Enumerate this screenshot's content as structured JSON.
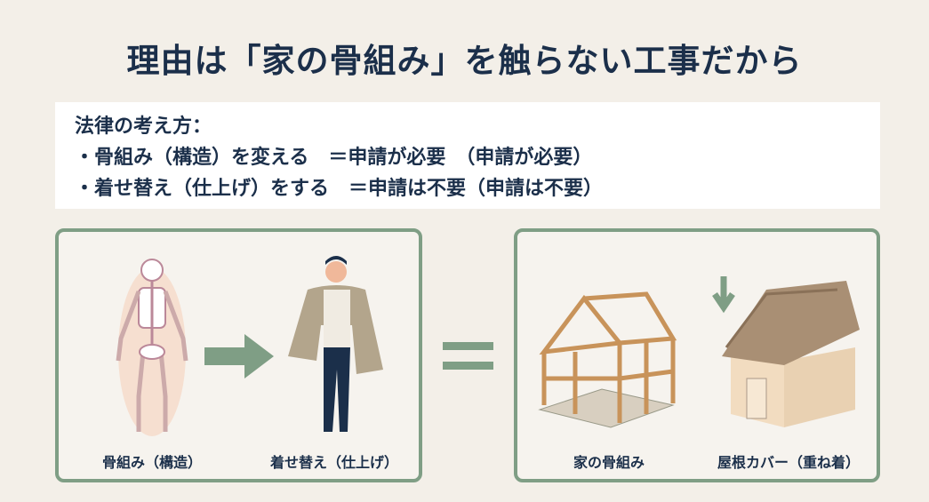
{
  "title": "理由は「家の骨組み」を触らない工事だから",
  "rule": {
    "heading": "法律の考え方：",
    "lines": [
      "・骨組み（構造）を変える　＝申請が必要　（申請が必要）",
      "・着せ替え（仕上げ）をする　＝申請は不要（申請は不要）"
    ]
  },
  "left_panel": {
    "caption_1": "骨組み（構造）",
    "caption_2": "着せ替え（仕上げ）"
  },
  "right_panel": {
    "caption_1": "家の骨組み",
    "caption_2": "屋根カバー（重ね着）"
  },
  "colors": {
    "accent": "#7f9e85",
    "text": "#1b2f4a",
    "background": "#f3efe8"
  }
}
